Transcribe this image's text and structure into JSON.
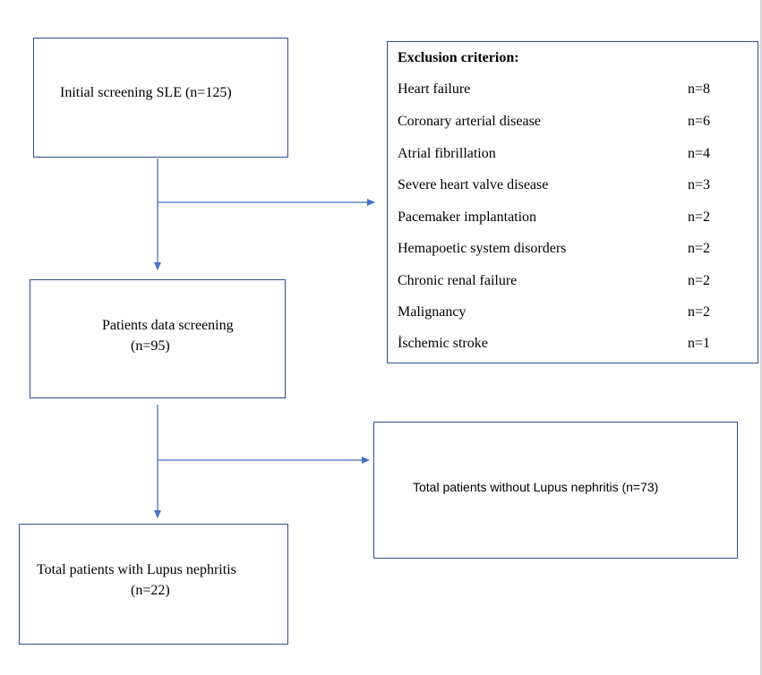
{
  "boxes": {
    "initial": {
      "label": "Initial screening SLE (n=125)"
    },
    "patients": {
      "line1": "Patients data screening",
      "line2": "(n=95)"
    },
    "lupus": {
      "line1": "Total patients with Lupus nephritis",
      "line2": "(n=22)"
    },
    "without": {
      "label": "Total patients without Lupus nephritis (n=73)"
    }
  },
  "exclusion": {
    "title": "Exclusion criterion:",
    "items": [
      {
        "label": "Heart failure",
        "count": "n=8"
      },
      {
        "label": "Coronary arterial disease",
        "count": "n=6"
      },
      {
        "label": "Atrial fibrillation",
        "count": "n=4"
      },
      {
        "label": "Severe heart valve disease",
        "count": "n=3"
      },
      {
        "label": "Pacemaker implantation",
        "count": "n=2"
      },
      {
        "label": "Hemapoetic system disorders",
        "count": "n=2"
      },
      {
        "label": "Chronic renal failure",
        "count": "n=2"
      },
      {
        "label": "Malignancy",
        "count": "n=2"
      },
      {
        "label": "İschemic stroke",
        "count": "n=1"
      }
    ]
  },
  "colors": {
    "box_border": "#2e4b8f",
    "connector": "#4472c4"
  }
}
